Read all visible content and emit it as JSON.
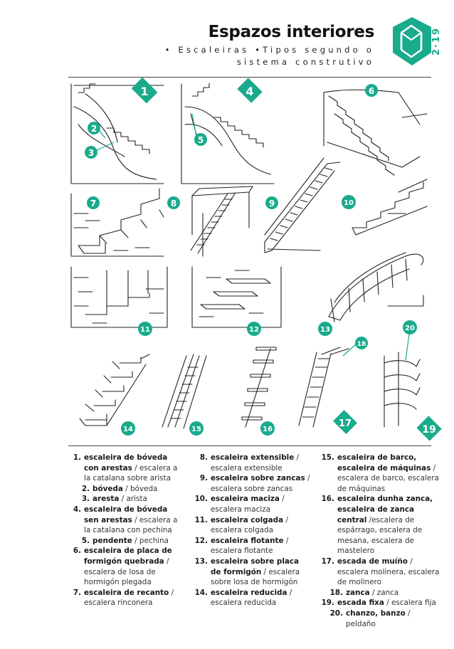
{
  "header": {
    "title": "Espazos interiores",
    "subtitle": "• Escaleiras  •Tipos  segundo  o  sistema  construtivo",
    "page": "2·19"
  },
  "colors": {
    "accent": "#1aaa8c",
    "line": "#222222"
  },
  "figure_labels": [
    "1",
    "2",
    "3",
    "4",
    "5",
    "6",
    "7",
    "8",
    "9",
    "10",
    "11",
    "12",
    "13",
    "14",
    "15",
    "16",
    "17",
    "18",
    "19",
    "20"
  ],
  "legend": {
    "col1": [
      {
        "n": "1.",
        "term": "escaleira de bóveda con arestas",
        "gloss": " / escalera a la catalana sobre arista"
      },
      {
        "n": "2.",
        "term": "bóveda",
        "gloss": " / bóveda",
        "sub": true
      },
      {
        "n": "3.",
        "term": "aresta",
        "gloss": " / arista",
        "sub": true
      },
      {
        "n": "4.",
        "term": "escaleira de bóveda sen arestas",
        "gloss": " / escalera a la catalana con pechina"
      },
      {
        "n": "5.",
        "term": "pendente",
        "gloss": " / pechina",
        "sub": true
      },
      {
        "n": "6.",
        "term": "escaleira de placa de formigón quebrada",
        "gloss": " / escalera de losa de hormigón plegada"
      },
      {
        "n": "7.",
        "term": "escaleira de recanto",
        "gloss": " / escalera rinconera"
      }
    ],
    "col2": [
      {
        "n": "8.",
        "term": "escaleira extensible",
        "gloss": " / escalera extensible"
      },
      {
        "n": "9.",
        "term": "escaleira sobre zancas",
        "gloss": " / escalera sobre zancas"
      },
      {
        "n": "10.",
        "term": "escaleira maciza",
        "gloss": " / escalera maciza"
      },
      {
        "n": "11.",
        "term": "escaleira colgada",
        "gloss": " / escalera colgada"
      },
      {
        "n": "12.",
        "term": "escaleira flotante",
        "gloss": " / escalera flotante"
      },
      {
        "n": "13.",
        "term": "escaleira sobre placa de formigón",
        "gloss": " / escalera sobre losa de hormigón"
      },
      {
        "n": "14.",
        "term": "escaleira reducida",
        "gloss": " / escalera reducida"
      }
    ],
    "col3": [
      {
        "n": "15.",
        "term": "escaleira de barco, escaleira de máquinas",
        "gloss": " / escalera de barco, escalera de máquinas"
      },
      {
        "n": "16.",
        "term": "escaleira dunha zanca, escaleira de zanca central",
        "gloss": " /escalera de espárrago, escalera de mesana, escalera de mastelero"
      },
      {
        "n": "17.",
        "term": "escada de muíño",
        "gloss": " / escalera molinera, escalera de molinero"
      },
      {
        "n": "18.",
        "term": "zanca",
        "gloss": " / zanca",
        "sub": true
      },
      {
        "n": "19.",
        "term": "escada fixa",
        "gloss": " / escalera fija"
      },
      {
        "n": "20.",
        "term": "chanzo, banzo",
        "gloss": " / peldaño",
        "sub": true
      }
    ]
  }
}
